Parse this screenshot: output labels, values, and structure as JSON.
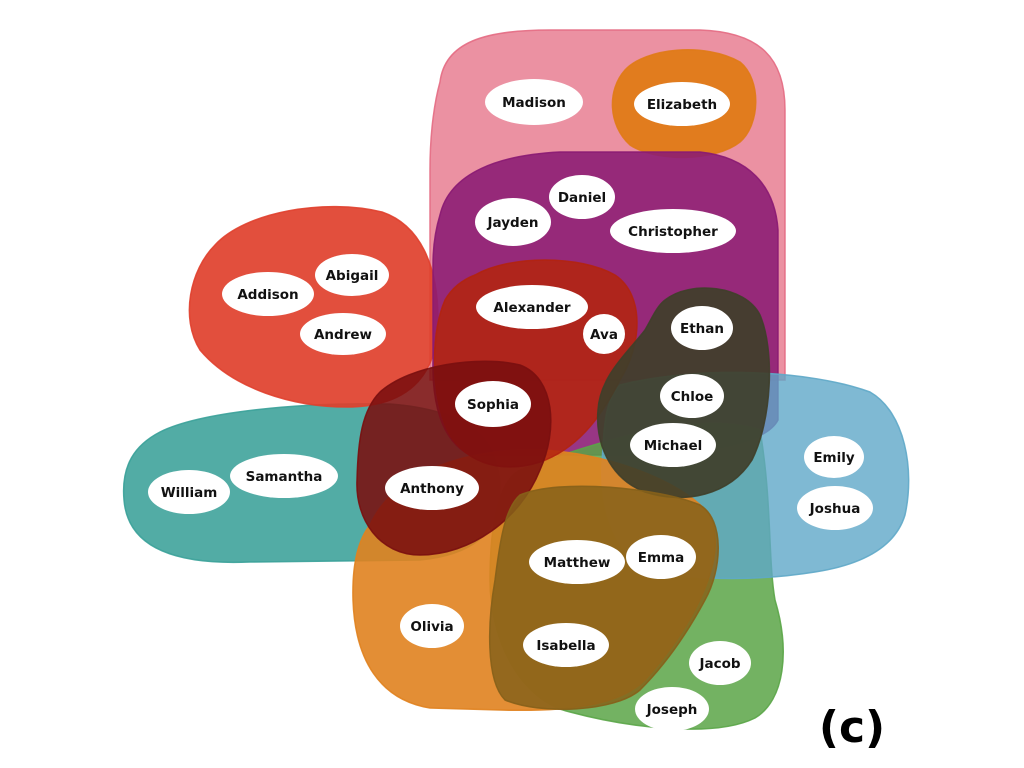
{
  "panel_label": "(c)",
  "colors": {
    "pink": "#e46c83",
    "orange_small": "#e07b17",
    "purple": "#8a1a73",
    "red": "#e0402d",
    "teal": "#3aa199",
    "dark_red": "#7a0f0f",
    "crimson": "#b3240f",
    "olive": "#3f3f2a",
    "blue": "#5fa8c8",
    "green": "#5aa547",
    "orange_large": "#e0821f",
    "brown": "#86611a"
  },
  "nodes": [
    {
      "id": "madison",
      "label": "Madison"
    },
    {
      "id": "elizabeth",
      "label": "Elizabeth"
    },
    {
      "id": "daniel",
      "label": "Daniel"
    },
    {
      "id": "jayden",
      "label": "Jayden"
    },
    {
      "id": "christopher",
      "label": "Christopher"
    },
    {
      "id": "abigail",
      "label": "Abigail"
    },
    {
      "id": "addison",
      "label": "Addison"
    },
    {
      "id": "andrew",
      "label": "Andrew"
    },
    {
      "id": "alexander",
      "label": "Alexander"
    },
    {
      "id": "ava",
      "label": "Ava"
    },
    {
      "id": "ethan",
      "label": "Ethan"
    },
    {
      "id": "sophia",
      "label": "Sophia"
    },
    {
      "id": "chloe",
      "label": "Chloe"
    },
    {
      "id": "michael",
      "label": "Michael"
    },
    {
      "id": "emily",
      "label": "Emily"
    },
    {
      "id": "joshua",
      "label": "Joshua"
    },
    {
      "id": "samantha",
      "label": "Samantha"
    },
    {
      "id": "william",
      "label": "William"
    },
    {
      "id": "anthony",
      "label": "Anthony"
    },
    {
      "id": "matthew",
      "label": "Matthew"
    },
    {
      "id": "emma",
      "label": "Emma"
    },
    {
      "id": "olivia",
      "label": "Olivia"
    },
    {
      "id": "isabella",
      "label": "Isabella"
    },
    {
      "id": "jacob",
      "label": "Jacob"
    },
    {
      "id": "joseph",
      "label": "Joseph"
    }
  ]
}
